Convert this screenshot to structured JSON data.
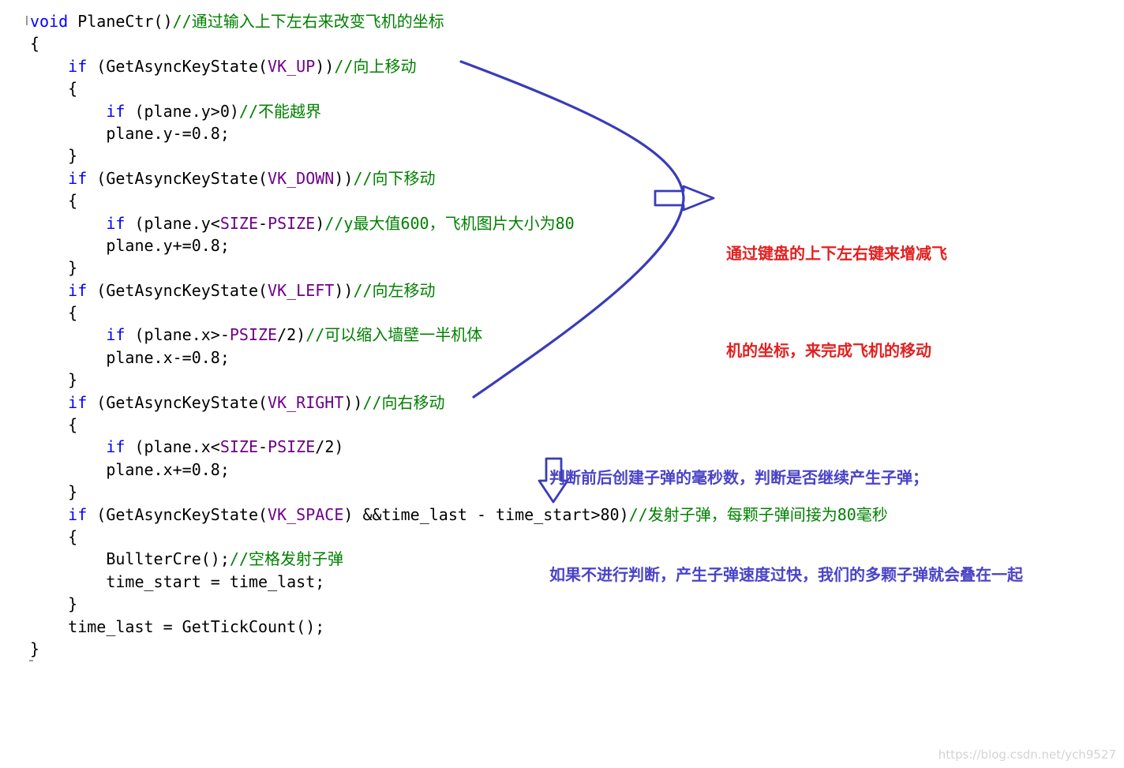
{
  "code": {
    "lines": [
      [
        {
          "t": "void",
          "k": "kw"
        },
        {
          "t": " PlaneCtr()",
          "k": "plain"
        },
        {
          "t": "//通过输入上下左右来改变飞机的坐标",
          "k": "comment"
        }
      ],
      [
        {
          "t": "{",
          "k": "plain"
        }
      ],
      [
        {
          "t": "    ",
          "k": "plain"
        },
        {
          "t": "if",
          "k": "kw"
        },
        {
          "t": " (GetAsyncKeyState(",
          "k": "plain"
        },
        {
          "t": "VK_UP",
          "k": "macro"
        },
        {
          "t": "))",
          "k": "plain"
        },
        {
          "t": "//向上移动",
          "k": "comment"
        }
      ],
      [
        {
          "t": "    {",
          "k": "plain"
        }
      ],
      [
        {
          "t": "        ",
          "k": "plain"
        },
        {
          "t": "if",
          "k": "kw"
        },
        {
          "t": " (plane.y>0)",
          "k": "plain"
        },
        {
          "t": "//不能越界",
          "k": "comment"
        }
      ],
      [
        {
          "t": "        plane.y-=0.8;",
          "k": "plain"
        }
      ],
      [
        {
          "t": "    }",
          "k": "plain"
        }
      ],
      [
        {
          "t": "    ",
          "k": "plain"
        },
        {
          "t": "if",
          "k": "kw"
        },
        {
          "t": " (GetAsyncKeyState(",
          "k": "plain"
        },
        {
          "t": "VK_DOWN",
          "k": "macro"
        },
        {
          "t": "))",
          "k": "plain"
        },
        {
          "t": "//向下移动",
          "k": "comment"
        }
      ],
      [
        {
          "t": "    {",
          "k": "plain"
        }
      ],
      [
        {
          "t": "        ",
          "k": "plain"
        },
        {
          "t": "if",
          "k": "kw"
        },
        {
          "t": " (plane.y<",
          "k": "plain"
        },
        {
          "t": "SIZE",
          "k": "macro"
        },
        {
          "t": "-",
          "k": "plain"
        },
        {
          "t": "PSIZE",
          "k": "macro"
        },
        {
          "t": ")",
          "k": "plain"
        },
        {
          "t": "//y最大值600，飞机图片大小为80",
          "k": "comment"
        }
      ],
      [
        {
          "t": "        plane.y+=0.8;",
          "k": "plain"
        }
      ],
      [
        {
          "t": "    }",
          "k": "plain"
        }
      ],
      [
        {
          "t": "    ",
          "k": "plain"
        },
        {
          "t": "if",
          "k": "kw"
        },
        {
          "t": " (GetAsyncKeyState(",
          "k": "plain"
        },
        {
          "t": "VK_LEFT",
          "k": "macro"
        },
        {
          "t": "))",
          "k": "plain"
        },
        {
          "t": "//向左移动",
          "k": "comment"
        }
      ],
      [
        {
          "t": "    {",
          "k": "plain"
        }
      ],
      [
        {
          "t": "        ",
          "k": "plain"
        },
        {
          "t": "if",
          "k": "kw"
        },
        {
          "t": " (plane.x>-",
          "k": "plain"
        },
        {
          "t": "PSIZE",
          "k": "macro"
        },
        {
          "t": "/2)",
          "k": "plain"
        },
        {
          "t": "//可以缩入墙壁一半机体",
          "k": "comment"
        }
      ],
      [
        {
          "t": "        plane.x-=0.8;",
          "k": "plain"
        }
      ],
      [
        {
          "t": "    }",
          "k": "plain"
        }
      ],
      [
        {
          "t": "    ",
          "k": "plain"
        },
        {
          "t": "if",
          "k": "kw"
        },
        {
          "t": " (GetAsyncKeyState(",
          "k": "plain"
        },
        {
          "t": "VK_RIGHT",
          "k": "macro"
        },
        {
          "t": "))",
          "k": "plain"
        },
        {
          "t": "//向右移动",
          "k": "comment"
        }
      ],
      [
        {
          "t": "    {",
          "k": "plain"
        }
      ],
      [
        {
          "t": "        ",
          "k": "plain"
        },
        {
          "t": "if",
          "k": "kw"
        },
        {
          "t": " (plane.x<",
          "k": "plain"
        },
        {
          "t": "SIZE",
          "k": "macro"
        },
        {
          "t": "-",
          "k": "plain"
        },
        {
          "t": "PSIZE",
          "k": "macro"
        },
        {
          "t": "/2)",
          "k": "plain"
        }
      ],
      [
        {
          "t": "        plane.x+=0.8;",
          "k": "plain"
        }
      ],
      [
        {
          "t": "    }",
          "k": "plain"
        }
      ],
      [
        {
          "t": "    ",
          "k": "plain"
        },
        {
          "t": "if",
          "k": "kw"
        },
        {
          "t": " (GetAsyncKeyState(",
          "k": "plain"
        },
        {
          "t": "VK_SPACE",
          "k": "macro"
        },
        {
          "t": ") &&time_last - time_start>80)",
          "k": "plain"
        },
        {
          "t": "//发射子弹，每颗子弹间接为80毫秒",
          "k": "comment"
        }
      ],
      [
        {
          "t": "    {",
          "k": "plain"
        }
      ],
      [
        {
          "t": "        BullterCre();",
          "k": "plain"
        },
        {
          "t": "//空格发射子弹",
          "k": "comment"
        }
      ],
      [
        {
          "t": "        time_start = time_last;",
          "k": "plain"
        }
      ],
      [
        {
          "t": "    }",
          "k": "plain"
        }
      ],
      [
        {
          "t": "    time_last = GetTickCount();",
          "k": "plain"
        }
      ],
      [
        {
          "t": "}",
          "k": "plain"
        }
      ]
    ]
  },
  "annotations": {
    "keyboard_note": {
      "line1": "通过键盘的上下左右键来增减飞",
      "line2": "机的坐标，来完成飞机的移动",
      "color": "#e32020"
    },
    "bullet_note": {
      "line1": "判断前后创建子弹的毫秒数，判断是否继续产生子弹；",
      "line2": "如果不进行判断，产生子弹速度过快，我们的多颗子弹就会叠在一起",
      "color": "#4a43c8"
    },
    "ink_color": "#3a3cb8"
  },
  "colors": {
    "keyword": "#0000ff",
    "macro": "#6f008a",
    "comment": "#008000",
    "text": "#000000"
  },
  "watermark": "https://blog.csdn.net/ych9527"
}
